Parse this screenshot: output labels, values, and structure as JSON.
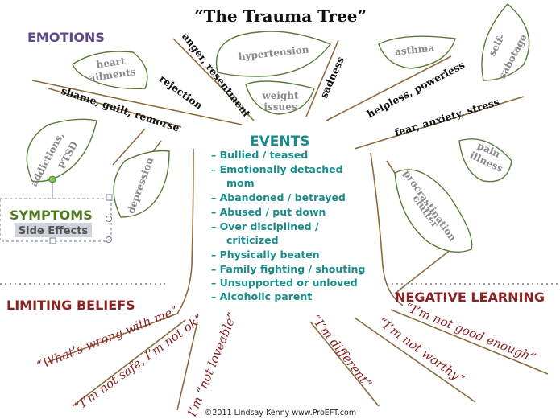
{
  "title": "“The Trauma Tree”",
  "categories": {
    "emotions": "EMOTIONS",
    "symptoms": "SYMPTOMS",
    "side_effects": "Side Effects",
    "limiting_beliefs": "LIMITING BELIEFS",
    "negative_learning": "NEGATIVE LEARNING"
  },
  "branches": {
    "anger": "anger, resentment",
    "rejection": "rejection",
    "shame": "shame, guilt, remorse",
    "sadness": "sadness",
    "helpless": "helpless, powerless",
    "fear": "fear, anxiety, stress"
  },
  "leaves": {
    "hypertension": "hypertension",
    "asthma": "asthma",
    "self_sabotage_1": "self-",
    "self_sabotage_2": "sabotage",
    "heart_1": "heart",
    "heart_2": "ailments",
    "weight_1": "weight",
    "weight_2": "issues",
    "addictions_1": "addictions,",
    "addictions_2": "PTSD",
    "depression": "depression",
    "pain_1": "pain",
    "pain_2": "illness",
    "procrastination_1": "procrastination",
    "procrastination_2": "clutter"
  },
  "events": {
    "title": "EVENTS",
    "items": [
      "Bullied / teased",
      "Emotionally detached",
      "mom",
      "Abandoned / betrayed",
      "Abused / put down",
      "Over disciplined /",
      "criticized",
      "Physically beaten",
      "Family fighting / shouting",
      "Unsupported or unloved",
      "Alcoholic parent"
    ]
  },
  "beliefs": {
    "wrong": "“What’s wrong with me”",
    "not_safe": "“I’m not safe, I’m not ok”",
    "not_loveable": "I’m “not loveable”",
    "different": "“I’m different”",
    "not_worthy": "“I’m not worthy”",
    "not_good": "“I’m not good enough”"
  },
  "credit": "©2011 Lindsay Kenny www.ProEFT.com",
  "colors": {
    "trunk": "#8b6a3e",
    "leaf_stroke": "#5b7a3a",
    "events": "#1a8c8c",
    "emotions": "#5a4a8a",
    "symptoms": "#4e7a22",
    "beliefs": "#8b2323"
  }
}
